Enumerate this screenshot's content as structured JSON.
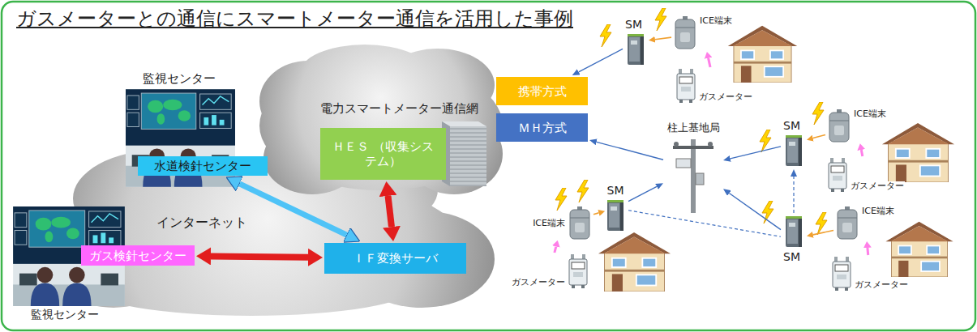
{
  "diagram": {
    "title": "ガスメーターとの通信にスマートメーター通信を活用した事例",
    "nodes": [
      {
        "text": [
          "水道検針センター"
        ]
      },
      {
        "text": [
          "ガス検針センター"
        ]
      },
      {
        "text": [
          "ＨＥＳ （収集システム）"
        ]
      },
      {
        "text": [
          "ＩＦ変換サーバ"
        ]
      },
      {
        "text": [
          "携帯方式"
        ]
      },
      {
        "text": [
          "ＭＨ方式"
        ]
      },
      {
        "text": [
          "柱上基地局"
        ]
      },
      {
        "text": [
          "SM"
        ]
      },
      {
        "text": [
          "ICE端末"
        ]
      },
      {
        "text": [
          "ガスメーター"
        ]
      },
      {
        "text": [
          "SM"
        ]
      },
      {
        "text": [
          "ICE端末"
        ]
      },
      {
        "text": [
          "ガスメーター"
        ]
      },
      {
        "text": [
          "SM"
        ]
      },
      {
        "text": [
          "ICE端末"
        ]
      },
      {
        "text": [
          "ガスメーター"
        ]
      },
      {
        "text": [
          "SM"
        ]
      },
      {
        "text": [
          "ICE端末"
        ]
      },
      {
        "text": [
          "ガスメーター"
        ]
      }
    ],
    "edges": [
      {
        "from": 0,
        "to": 3,
        "arrow": "both"
      },
      {
        "from": 1,
        "to": 3,
        "arrow": "both"
      },
      {
        "from": 2,
        "to": 3,
        "arrow": "both"
      },
      {
        "from": 7,
        "to": 4,
        "arrow": "to"
      },
      {
        "from": 6,
        "to": 5,
        "arrow": "to"
      },
      {
        "from": 10,
        "to": 6,
        "arrow": "to"
      },
      {
        "from": 13,
        "to": 6,
        "arrow": "to"
      },
      {
        "from": 16,
        "to": 6,
        "arrow": "to"
      },
      {
        "from": 13,
        "to": 16,
        "arrow": "none"
      },
      {
        "from": 16,
        "to": 10,
        "arrow": "to"
      },
      {
        "from": 8,
        "to": 7,
        "arrow": "to"
      },
      {
        "from": 9,
        "to": 8,
        "arrow": "to"
      },
      {
        "from": 11,
        "to": 10,
        "arrow": "to"
      },
      {
        "from": 12,
        "to": 11,
        "arrow": "to"
      },
      {
        "from": 14,
        "to": 13,
        "arrow": "to"
      },
      {
        "from": 15,
        "to": 14,
        "arrow": "to"
      },
      {
        "from": 17,
        "to": 16,
        "arrow": "to"
      },
      {
        "from": 18,
        "to": 17,
        "arrow": "to"
      }
    ],
    "labels": [
      "電力スマートメーター通信網",
      "インターネット",
      "監視センター",
      "監視センター"
    ]
  }
}
